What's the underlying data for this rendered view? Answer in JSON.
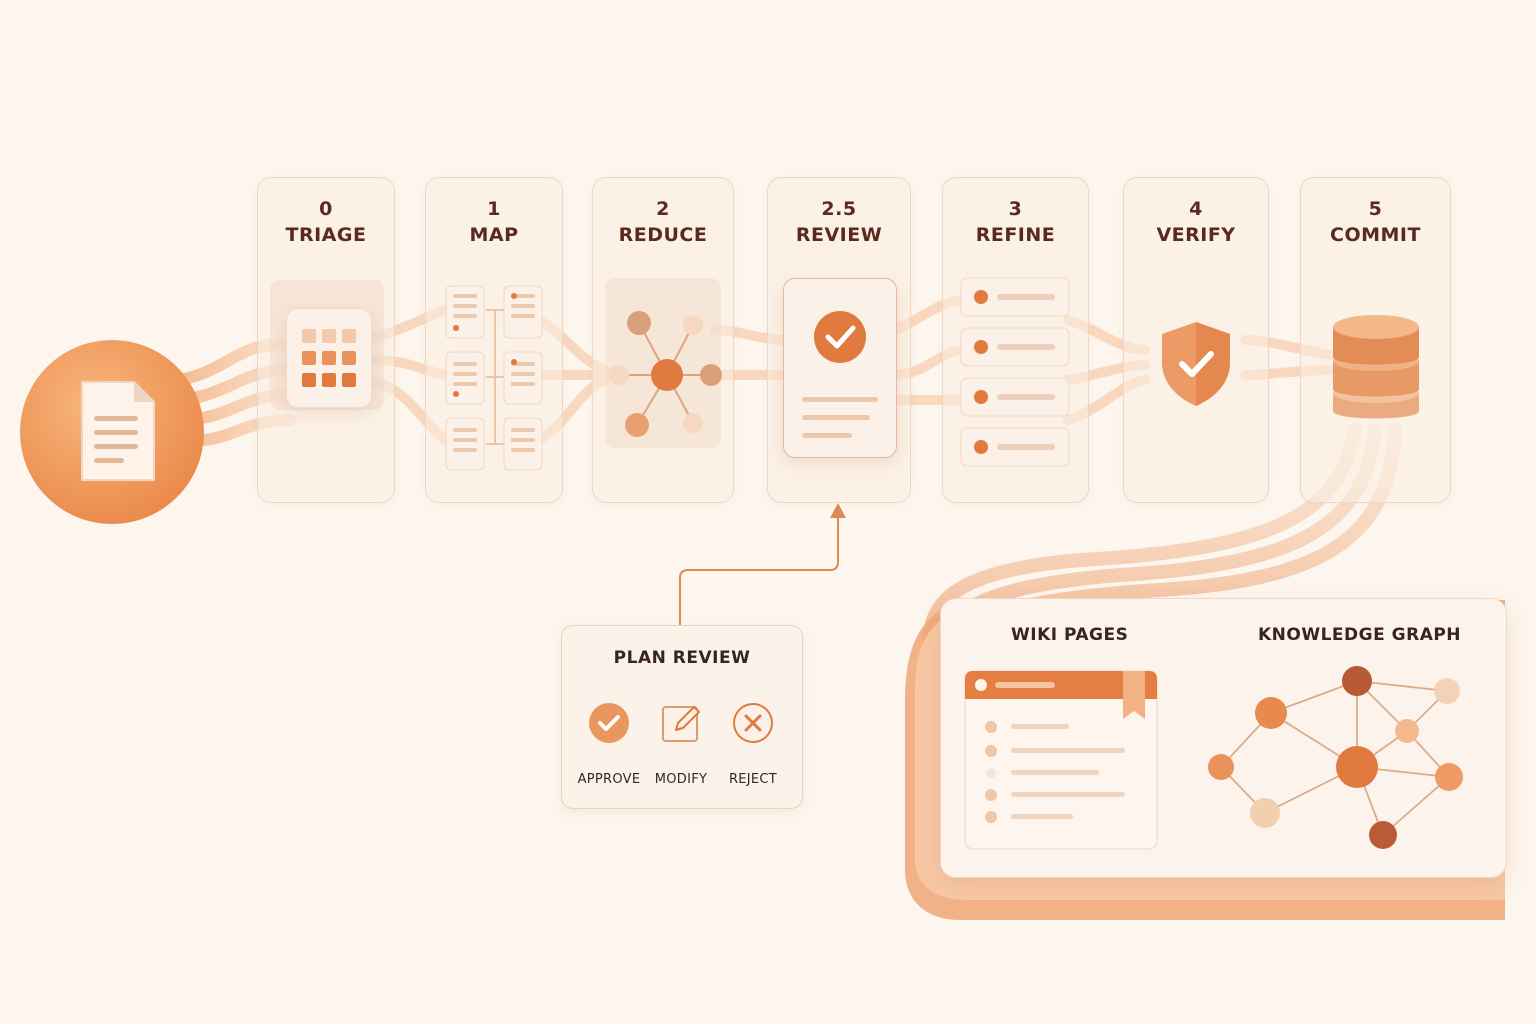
{
  "stages": [
    {
      "num": "0",
      "name": "TRIAGE"
    },
    {
      "num": "1",
      "name": "MAP"
    },
    {
      "num": "2",
      "name": "REDUCE"
    },
    {
      "num": "2.5",
      "name": "REVIEW"
    },
    {
      "num": "3",
      "name": "REFINE"
    },
    {
      "num": "4",
      "name": "VERIFY"
    },
    {
      "num": "5",
      "name": "COMMIT"
    }
  ],
  "plan_review": {
    "title": "PLAN REVIEW",
    "options": [
      "APPROVE",
      "MODIFY",
      "REJECT"
    ]
  },
  "outputs": {
    "wiki_title": "WIKI PAGES",
    "graph_title": "KNOWLEDGE GRAPH"
  },
  "icons": [
    "document-icon",
    "grid-icon",
    "chunks-icon",
    "hub-icon",
    "check-document-icon",
    "list-icon",
    "shield-check-icon",
    "database-icon",
    "check-icon",
    "edit-icon",
    "close-icon",
    "wiki-page-icon",
    "graph-icon"
  ],
  "colors": {
    "accent": "#e07a3e",
    "accent_light": "#f2b48a",
    "text": "#5a2a1e",
    "background": "#fdf6ee"
  }
}
